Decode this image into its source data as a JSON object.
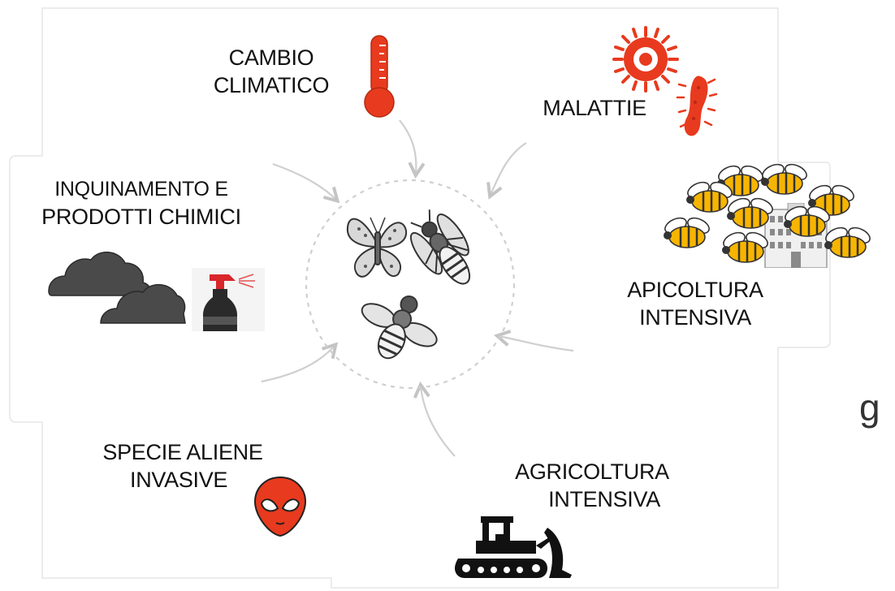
{
  "factors": {
    "climate": {
      "line1": "CAMBIO",
      "line2": "CLIMATICO"
    },
    "disease": {
      "line1": "MALATTIE"
    },
    "pollution": {
      "line1": "INQUINAMENTO E",
      "line2": "PRODOTTI CHIMICI"
    },
    "beekeeping": {
      "line1": "APICOLTURA",
      "line2": "INTENSIVA"
    },
    "invasive": {
      "line1": "SPECIE ALIENE",
      "line2": "INVASIVE"
    },
    "agriculture": {
      "line1": "AGRICOLTURA",
      "line2": "INTENSIVA"
    }
  },
  "edge_glyph": "g",
  "icons": {
    "climate": "thermometer-icon",
    "disease_virus": "virus-icon",
    "disease_bacterium": "bacterium-icon",
    "pollution_clouds": "cloud-icon",
    "pollution_spray": "spray-bottle-icon",
    "beekeeping_bees": "bee-swarm-icon",
    "beekeeping_building": "building-icon",
    "invasive": "alien-head-icon",
    "agriculture": "bulldozer-icon",
    "center": [
      "butterfly-icon",
      "wasp-icon",
      "bee-icon"
    ]
  },
  "colors": {
    "accent_red": "#e83a1e",
    "bee_yellow": "#f7b500",
    "cloud_gray": "#4a4a4a",
    "arrow_gray": "#c8c8c8",
    "text": "#111111"
  }
}
